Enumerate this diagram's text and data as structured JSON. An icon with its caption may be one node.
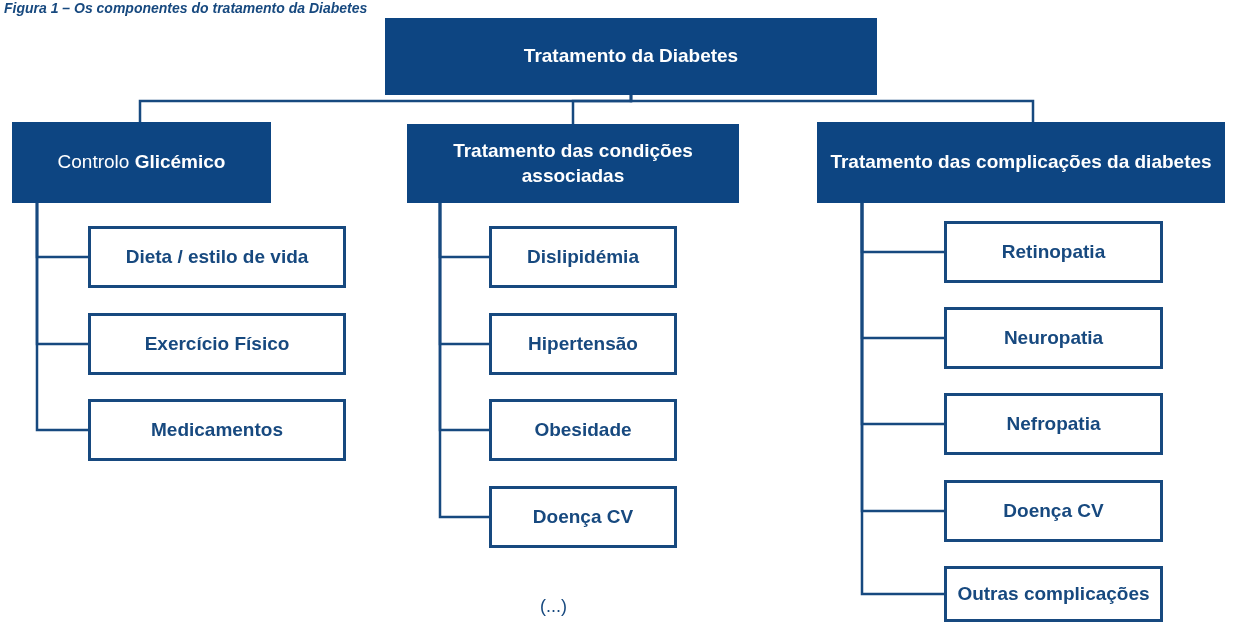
{
  "diagram": {
    "title": "Figura 1 – Os componentes do tratamento da Diabetes",
    "nodes": [
      {
        "text": [
          "Tratamento da Diabetes"
        ]
      },
      {
        "text": [
          "Controlo **Glicémico**"
        ]
      },
      {
        "text": [
          "Tratamento das condições associadas"
        ]
      },
      {
        "text": [
          "Tratamento das complicações da diabetes"
        ]
      },
      {
        "text": [
          "Dieta / estilo de vida"
        ]
      },
      {
        "text": [
          "Exercício Físico"
        ]
      },
      {
        "text": [
          "Medicamentos"
        ]
      },
      {
        "text": [
          "Dislipidémia"
        ]
      },
      {
        "text": [
          "Hipertensão"
        ]
      },
      {
        "text": [
          "Obesidade"
        ]
      },
      {
        "text": [
          "Doença CV"
        ]
      },
      {
        "text": [
          "Retinopatia"
        ]
      },
      {
        "text": [
          "Neuropatia"
        ]
      },
      {
        "text": [
          "Nefropatia"
        ]
      },
      {
        "text": [
          "Doença CV"
        ]
      },
      {
        "text": [
          "Outras complicações"
        ]
      }
    ],
    "edges": [
      {
        "from": 0,
        "to": 1,
        "arrow": "none"
      },
      {
        "from": 0,
        "to": 2,
        "arrow": "none"
      },
      {
        "from": 0,
        "to": 3,
        "arrow": "none"
      },
      {
        "from": 1,
        "to": 4,
        "arrow": "none"
      },
      {
        "from": 1,
        "to": 5,
        "arrow": "none"
      },
      {
        "from": 1,
        "to": 6,
        "arrow": "none"
      },
      {
        "from": 2,
        "to": 7,
        "arrow": "none"
      },
      {
        "from": 2,
        "to": 8,
        "arrow": "none"
      },
      {
        "from": 2,
        "to": 9,
        "arrow": "none"
      },
      {
        "from": 2,
        "to": 10,
        "arrow": "none"
      },
      {
        "from": 3,
        "to": 11,
        "arrow": "none"
      },
      {
        "from": 3,
        "to": 12,
        "arrow": "none"
      },
      {
        "from": 3,
        "to": 13,
        "arrow": "none"
      },
      {
        "from": 3,
        "to": 14,
        "arrow": "none"
      },
      {
        "from": 3,
        "to": 15,
        "arrow": "none"
      }
    ],
    "labels": [
      "(...)"
    ]
  }
}
